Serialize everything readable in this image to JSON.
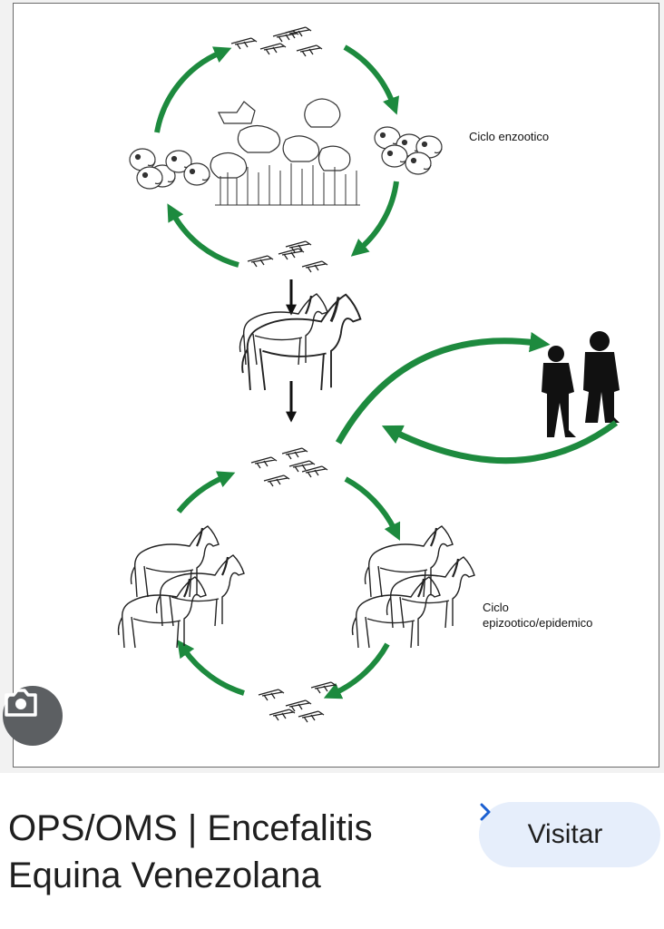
{
  "image": {
    "label_enzootic": "Ciclo enzootico",
    "label_epizootic": "Ciclo\nepizootico/epidemico"
  },
  "result": {
    "title": "OPS/OMS | Encefalitis Equina Venezolana",
    "visit_label": "Visitar"
  },
  "colors": {
    "arrow_green": "#1d8a3e",
    "button_bg": "#e6eefb",
    "chevron_blue": "#1a5fd1"
  },
  "icons": [
    "lens-icon",
    "chevron-right-icon"
  ]
}
